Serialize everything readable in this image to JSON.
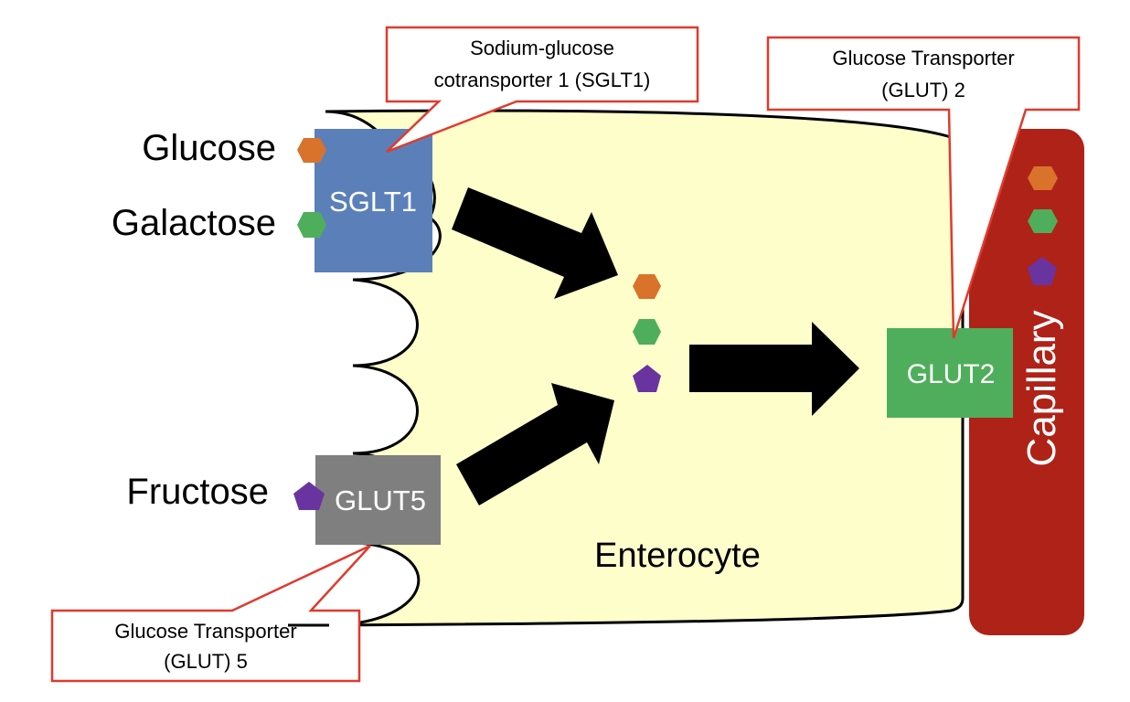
{
  "colors": {
    "glucose": "#d9722b",
    "galactose": "#4fae5b",
    "fructose": "#6a34a0",
    "sglt1": "#5b80b9",
    "glut5": "#7f7f7f",
    "glut2": "#4fae5b",
    "capillary": "#af2218",
    "cell_fill": "#fefecb",
    "callout_border": "#e03a2e",
    "arrow": "#000000"
  },
  "substrates": [
    {
      "id": "glucose",
      "label": "Glucose",
      "shape": "hexagon"
    },
    {
      "id": "galactose",
      "label": "Galactose",
      "shape": "hexagon"
    },
    {
      "id": "fructose",
      "label": "Fructose",
      "shape": "pentagon"
    }
  ],
  "transporters": {
    "sglt1": {
      "label": "SGLT1"
    },
    "glut5": {
      "label": "GLUT5"
    },
    "glut2": {
      "label": "GLUT2"
    }
  },
  "callouts": {
    "sglt1": {
      "line1": "Sodium-glucose",
      "line2": "cotransporter 1 (SGLT1)"
    },
    "glut2": {
      "line1": "Glucose Transporter",
      "line2": "(GLUT) 2"
    },
    "glut5": {
      "line1": "Glucose Transporter",
      "line2": "(GLUT) 5"
    }
  },
  "cell": {
    "label": "Enterocyte"
  },
  "capillary": {
    "label": "Capillary"
  }
}
